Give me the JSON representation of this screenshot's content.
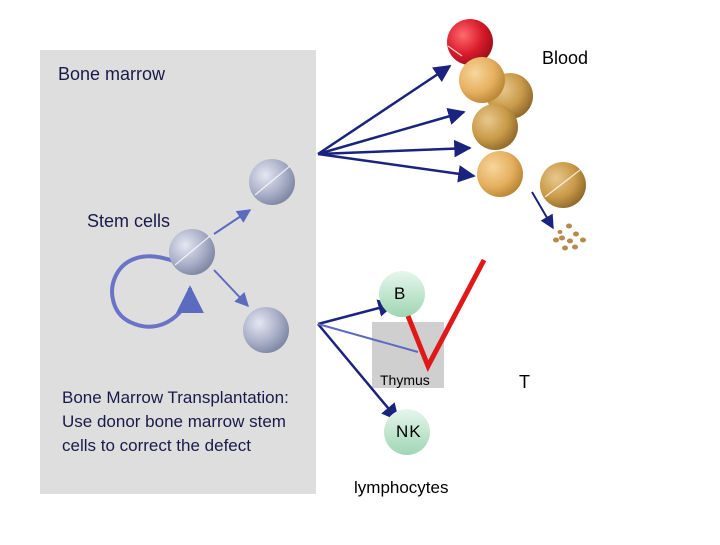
{
  "labels": {
    "bone_marrow": "Bone marrow",
    "stem_cells": "Stem cells",
    "transplant_note": "Bone Marrow Transplantation: Use donor bone marrow stem cells to correct the defect",
    "blood": "Blood",
    "b_cell": "B",
    "thymus": "Thymus",
    "t_cell": "T",
    "nk_cell": "NK",
    "lymphocytes": "lymphocytes"
  },
  "colors": {
    "marrow_panel": "#dedede",
    "thymus_panel": "#cfcfcf",
    "arrow_dark": "#1a237e",
    "arrow_light": "#5c6bc0",
    "self_renew_loop": "#6a73c8",
    "stem_cell": "#aab0c8",
    "red_cell": "#d81b2a",
    "granulocyte_light": "#e6b060",
    "granulocyte": "#c99a48",
    "platelets": "#b8894a",
    "lymphocyte_green": "#c8ecd6",
    "check_mark": "#e01818"
  }
}
